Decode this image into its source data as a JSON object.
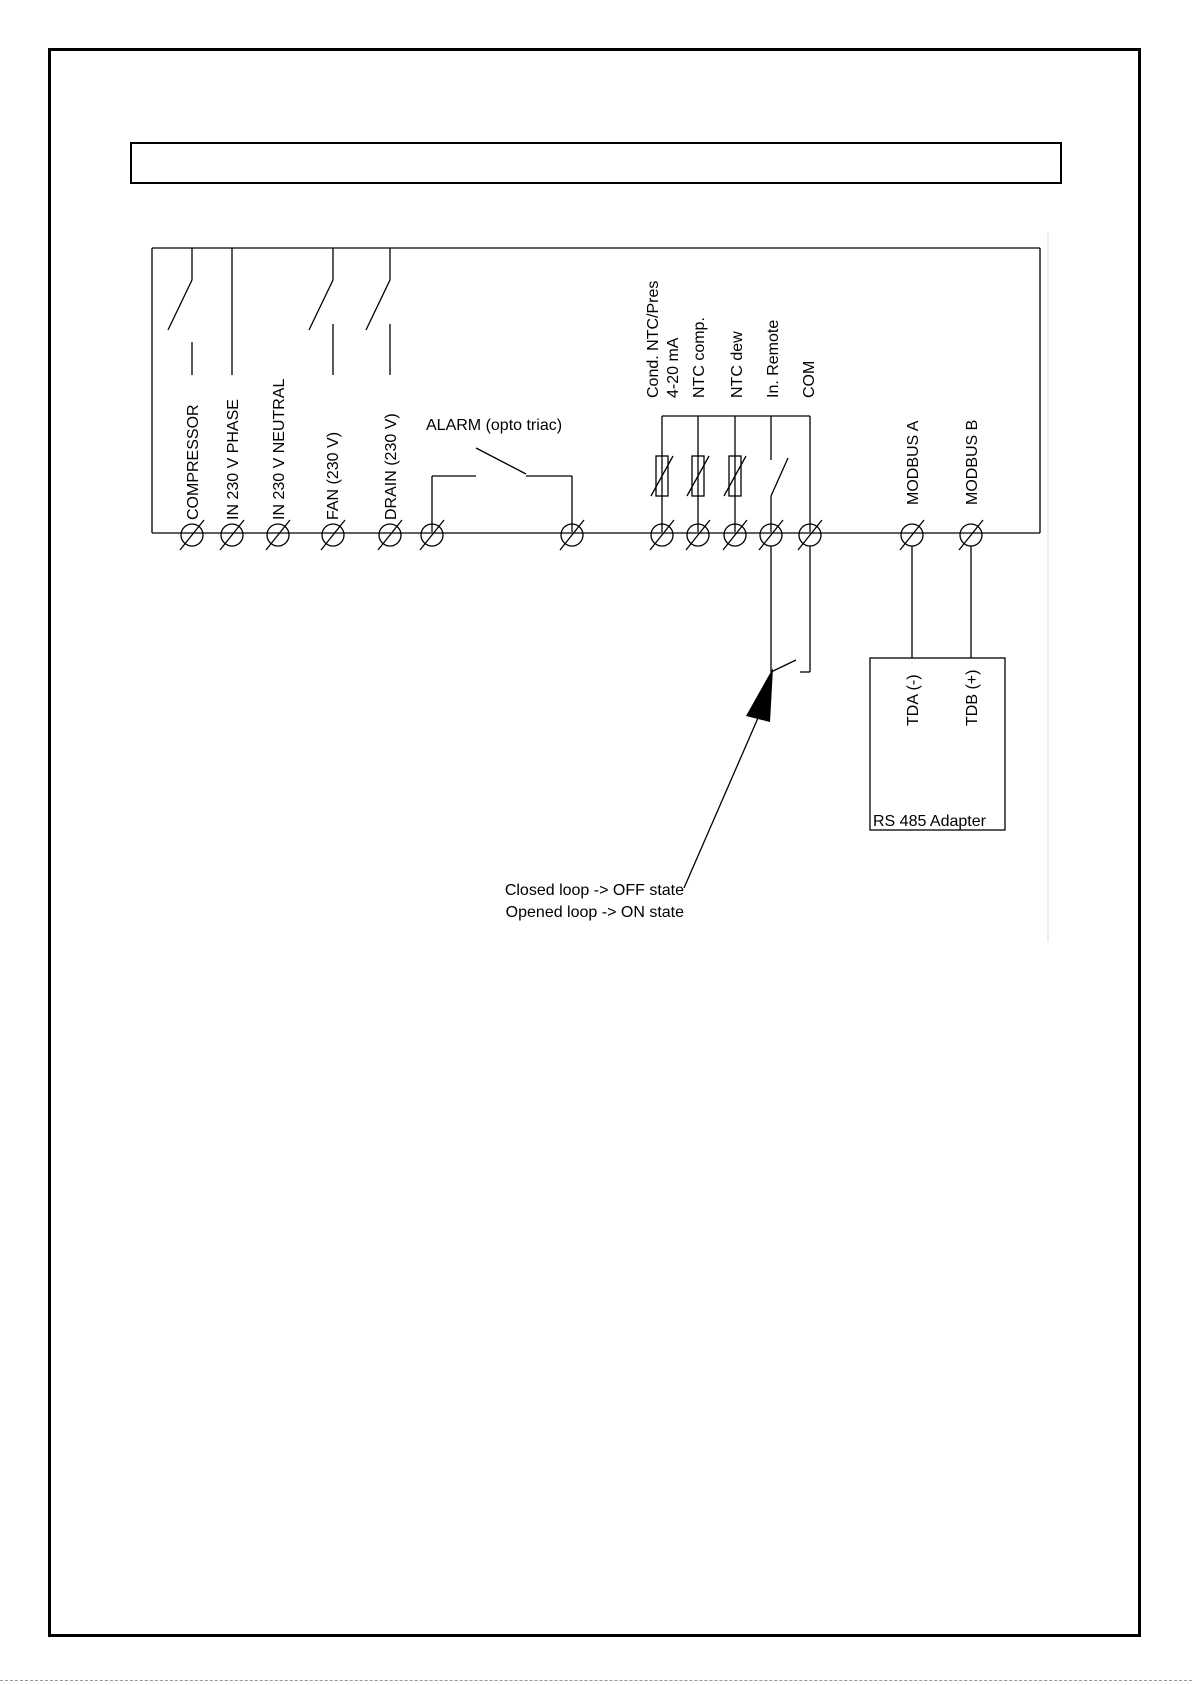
{
  "page": {
    "title_box_text": ""
  },
  "terminal_labels": [
    "COMPRESSOR",
    "IN 230 V PHASE",
    "IN 230 V NEUTRAL",
    "FAN (230 V)",
    "DRAIN (230 V)"
  ],
  "alarm_label": "ALARM (opto triac)",
  "sensor_labels": [
    "Cond. NTC/Pres",
    "4-20 mA",
    "NTC comp.",
    "NTC dew",
    "In. Remote",
    "COM"
  ],
  "modbus_labels": [
    "MODBUS A",
    "MODBUS B"
  ],
  "adapter": {
    "pins": [
      "TDA (-)",
      "TDB (+)"
    ],
    "name": "RS 485 Adapter"
  },
  "remote_note": {
    "line1": "Closed loop -> OFF state",
    "line2": "Opened loop -> ON state"
  }
}
